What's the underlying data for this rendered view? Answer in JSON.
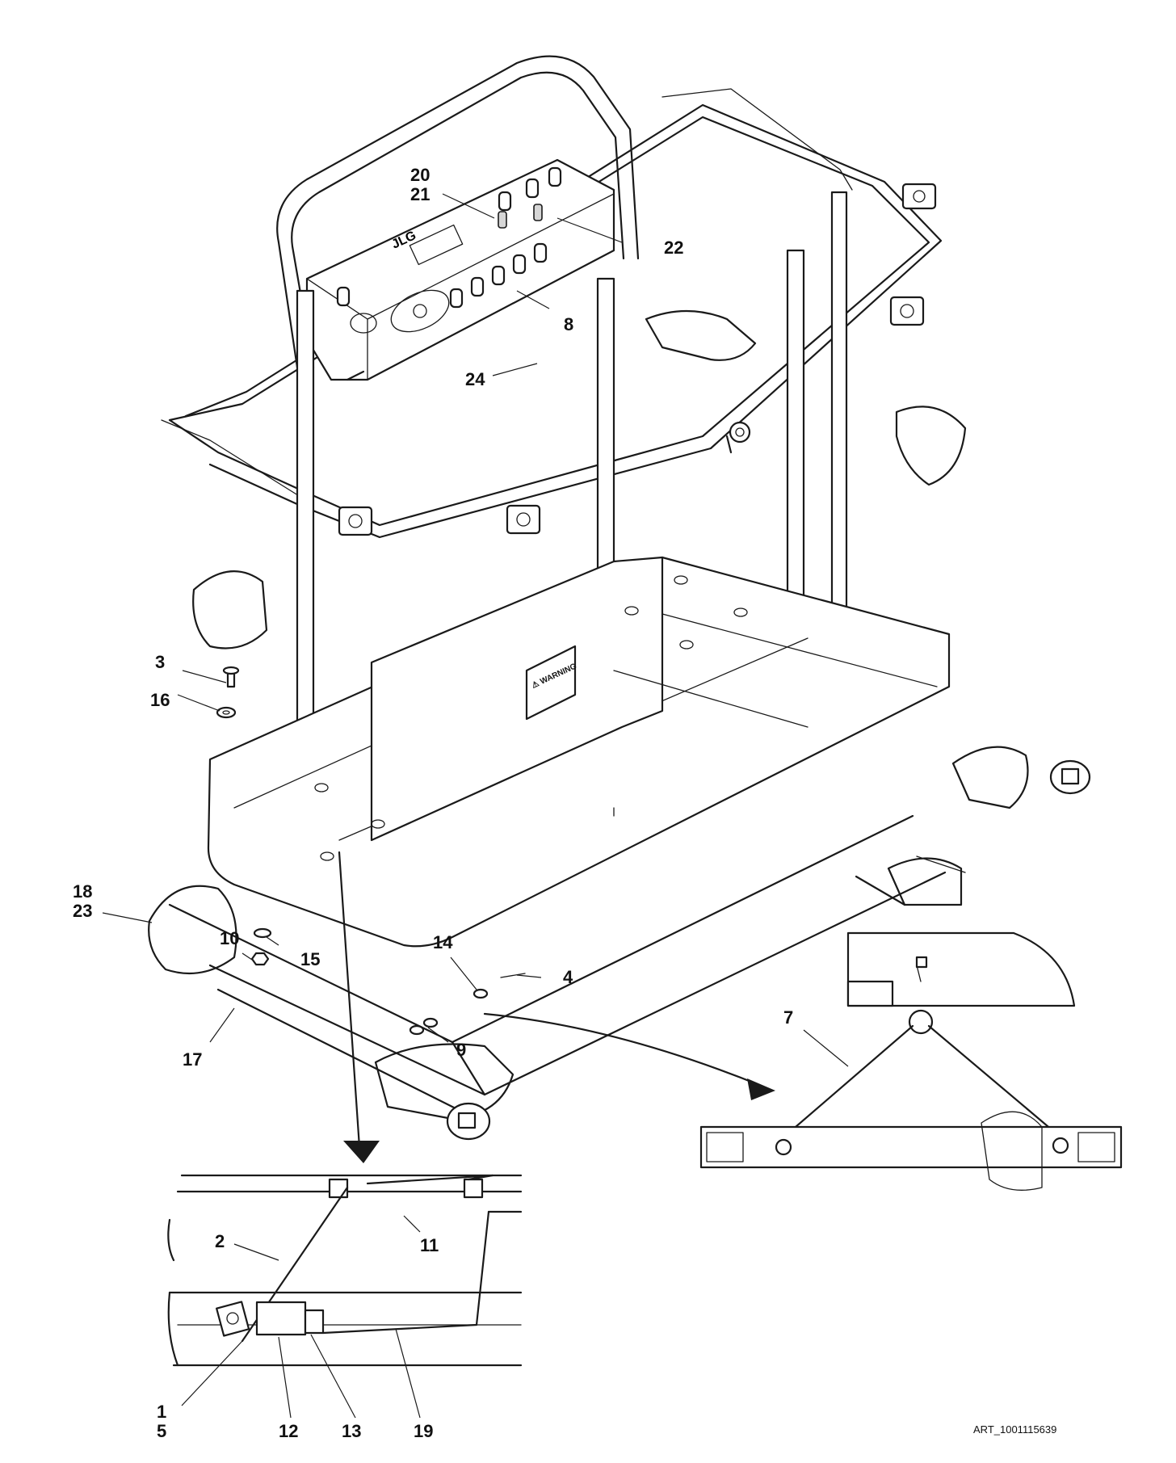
{
  "callouts": [
    {
      "id": "c-20-21",
      "text": "20\n21"
    },
    {
      "id": "c-22",
      "text": "22"
    },
    {
      "id": "c-8",
      "text": "8"
    },
    {
      "id": "c-24",
      "text": "24"
    },
    {
      "id": "c-3",
      "text": "3"
    },
    {
      "id": "c-16",
      "text": "16"
    },
    {
      "id": "c-18-23",
      "text": "18\n23"
    },
    {
      "id": "c-10",
      "text": "10"
    },
    {
      "id": "c-15",
      "text": "15"
    },
    {
      "id": "c-14",
      "text": "14"
    },
    {
      "id": "c-4",
      "text": "4"
    },
    {
      "id": "c-9",
      "text": "9"
    },
    {
      "id": "c-17",
      "text": "17"
    },
    {
      "id": "c-7",
      "text": "7"
    },
    {
      "id": "c-2",
      "text": "2"
    },
    {
      "id": "c-11",
      "text": "11"
    },
    {
      "id": "c-1-5",
      "text": "1\n5"
    },
    {
      "id": "c-12",
      "text": "12"
    },
    {
      "id": "c-13",
      "text": "13"
    },
    {
      "id": "c-19",
      "text": "19"
    }
  ],
  "control_box": {
    "logo": "JLG"
  },
  "decal": {
    "text": "⚠ WARNING"
  },
  "art_id": "ART_1001115639"
}
